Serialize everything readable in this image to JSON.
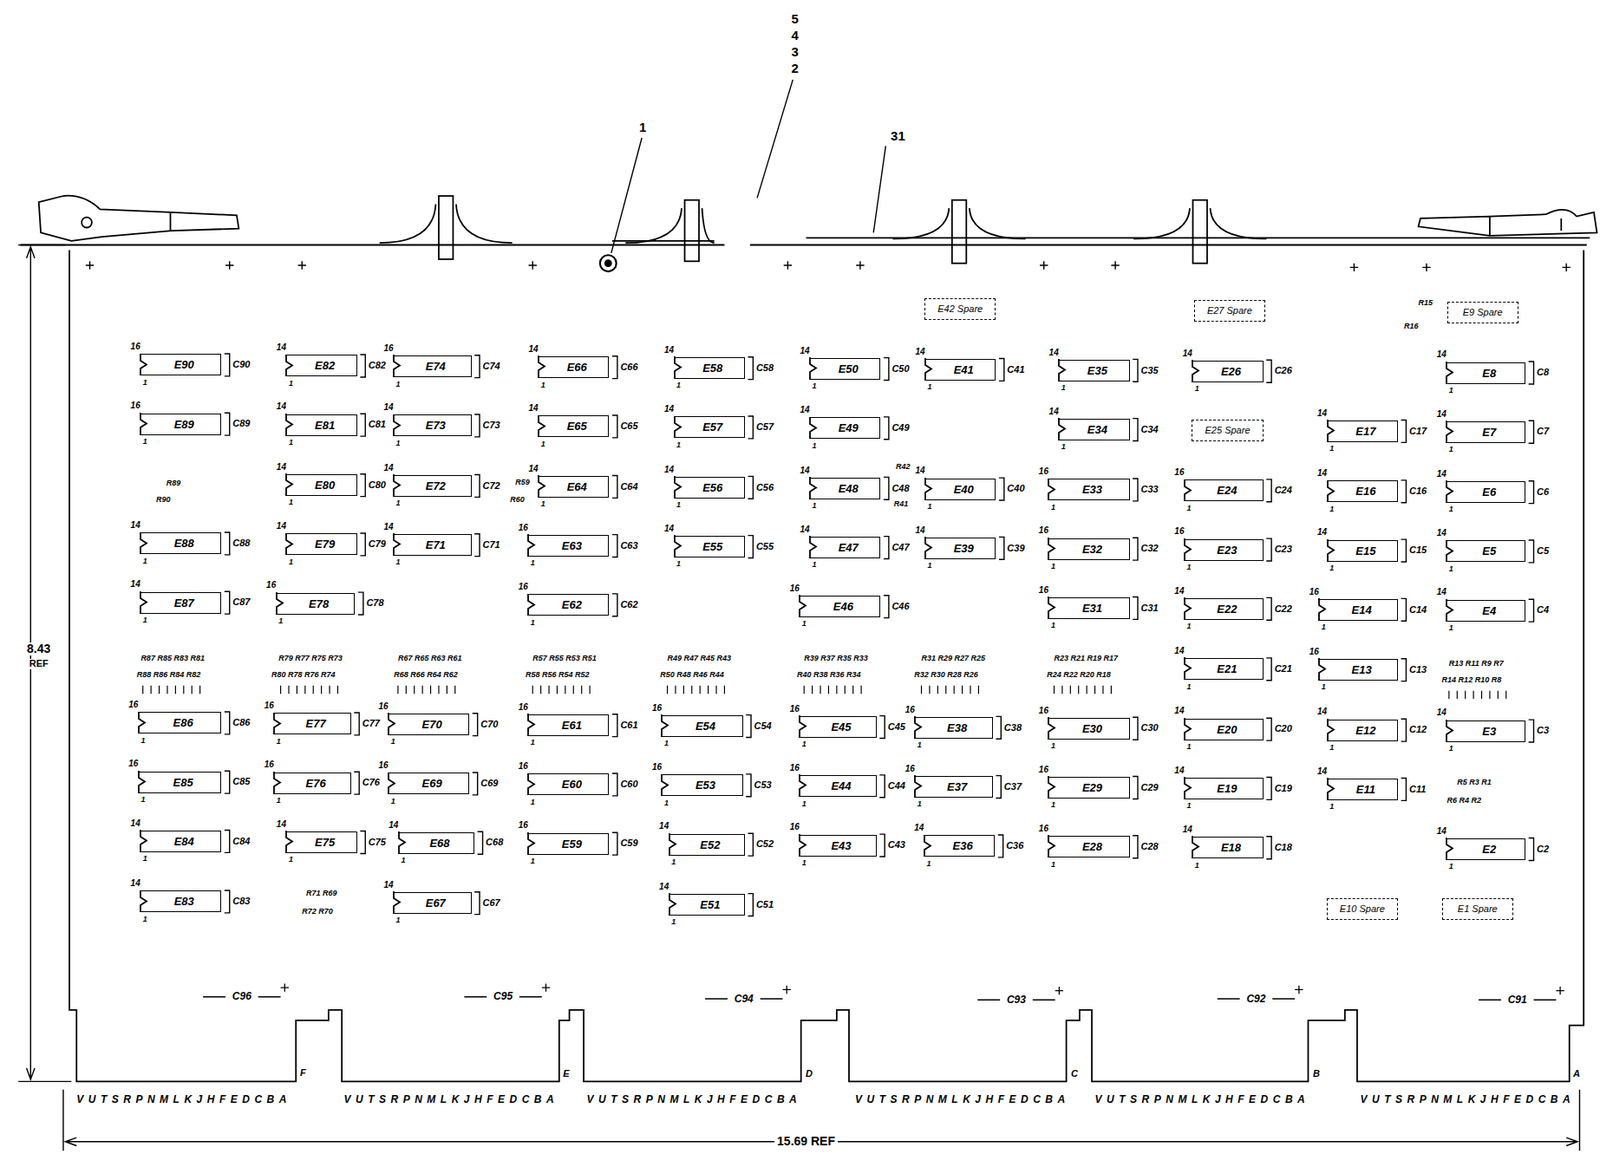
{
  "diagram": {
    "nodes": [
      {
        "text": [
          "E42 Spare"
        ]
      },
      {
        "text": [
          "E27 Spare"
        ]
      },
      {
        "text": [
          "E9 Spare"
        ]
      },
      {
        "text": [
          "E90"
        ]
      },
      {
        "text": [
          "E82"
        ]
      },
      {
        "text": [
          "E74"
        ]
      },
      {
        "text": [
          "E66"
        ]
      },
      {
        "text": [
          "E58"
        ]
      },
      {
        "text": [
          "E50"
        ]
      },
      {
        "text": [
          "E41"
        ]
      },
      {
        "text": [
          "E35"
        ]
      },
      {
        "text": [
          "E26"
        ]
      },
      {
        "text": [
          "E8"
        ]
      },
      {
        "text": [
          "E89"
        ]
      },
      {
        "text": [
          "E81"
        ]
      },
      {
        "text": [
          "E73"
        ]
      },
      {
        "text": [
          "E65"
        ]
      },
      {
        "text": [
          "E57"
        ]
      },
      {
        "text": [
          "E49"
        ]
      },
      {
        "text": [
          "E34"
        ]
      },
      {
        "text": [
          "E25 Spare"
        ]
      },
      {
        "text": [
          "E17"
        ]
      },
      {
        "text": [
          "E7"
        ]
      },
      {
        "text": [
          "E80"
        ]
      },
      {
        "text": [
          "E72"
        ]
      },
      {
        "text": [
          "E64"
        ]
      },
      {
        "text": [
          "E56"
        ]
      },
      {
        "text": [
          "E48"
        ]
      },
      {
        "text": [
          "E40"
        ]
      },
      {
        "text": [
          "E33"
        ]
      },
      {
        "text": [
          "E24"
        ]
      },
      {
        "text": [
          "E16"
        ]
      },
      {
        "text": [
          "E6"
        ]
      },
      {
        "text": [
          "E88"
        ]
      },
      {
        "text": [
          "E79"
        ]
      },
      {
        "text": [
          "E71"
        ]
      },
      {
        "text": [
          "E63"
        ]
      },
      {
        "text": [
          "E55"
        ]
      },
      {
        "text": [
          "E47"
        ]
      },
      {
        "text": [
          "E39"
        ]
      },
      {
        "text": [
          "E32"
        ]
      },
      {
        "text": [
          "E23"
        ]
      },
      {
        "text": [
          "E15"
        ]
      },
      {
        "text": [
          "E5"
        ]
      },
      {
        "text": [
          "E87"
        ]
      },
      {
        "text": [
          "E78"
        ]
      },
      {
        "text": [
          "E62"
        ]
      },
      {
        "text": [
          "E46"
        ]
      },
      {
        "text": [
          "E31"
        ]
      },
      {
        "text": [
          "E22"
        ]
      },
      {
        "text": [
          "E14"
        ]
      },
      {
        "text": [
          "E4"
        ]
      },
      {
        "text": [
          "E21"
        ]
      },
      {
        "text": [
          "E13"
        ]
      },
      {
        "text": [
          "E86"
        ]
      },
      {
        "text": [
          "E77"
        ]
      },
      {
        "text": [
          "E70"
        ]
      },
      {
        "text": [
          "E61"
        ]
      },
      {
        "text": [
          "E54"
        ]
      },
      {
        "text": [
          "E45"
        ]
      },
      {
        "text": [
          "E38"
        ]
      },
      {
        "text": [
          "E30"
        ]
      },
      {
        "text": [
          "E20"
        ]
      },
      {
        "text": [
          "E12"
        ]
      },
      {
        "text": [
          "E3"
        ]
      },
      {
        "text": [
          "E85"
        ]
      },
      {
        "text": [
          "E76"
        ]
      },
      {
        "text": [
          "E69"
        ]
      },
      {
        "text": [
          "E60"
        ]
      },
      {
        "text": [
          "E53"
        ]
      },
      {
        "text": [
          "E44"
        ]
      },
      {
        "text": [
          "E37"
        ]
      },
      {
        "text": [
          "E29"
        ]
      },
      {
        "text": [
          "E19"
        ]
      },
      {
        "text": [
          "E11"
        ]
      },
      {
        "text": [
          "E84"
        ]
      },
      {
        "text": [
          "E75"
        ]
      },
      {
        "text": [
          "E68"
        ]
      },
      {
        "text": [
          "E59"
        ]
      },
      {
        "text": [
          "E52"
        ]
      },
      {
        "text": [
          "E43"
        ]
      },
      {
        "text": [
          "E36"
        ]
      },
      {
        "text": [
          "E28"
        ]
      },
      {
        "text": [
          "E18"
        ]
      },
      {
        "text": [
          "E2"
        ]
      },
      {
        "text": [
          "E83"
        ]
      },
      {
        "text": [
          "E67"
        ]
      },
      {
        "text": [
          "E51"
        ]
      },
      {
        "text": [
          "E10 Spare"
        ]
      },
      {
        "text": [
          "E1 Spare"
        ]
      }
    ],
    "labels": [
      "16",
      "C90",
      "1",
      "14",
      "C82",
      "1",
      "16",
      "C74",
      "1",
      "14",
      "C66",
      "1",
      "14",
      "C58",
      "1",
      "14",
      "C50",
      "1",
      "14",
      "C41",
      "1",
      "14",
      "C35",
      "1",
      "14",
      "C26",
      "1",
      "14",
      "C8",
      "1",
      "16",
      "C89",
      "1",
      "14",
      "C81",
      "1",
      "14",
      "C73",
      "1",
      "14",
      "C65",
      "1",
      "14",
      "C57",
      "1",
      "14",
      "C49",
      "1",
      "14",
      "C34",
      "1",
      "14",
      "C17",
      "1",
      "14",
      "C7",
      "1",
      "14",
      "C80",
      "1",
      "14",
      "C72",
      "1",
      "14",
      "C64",
      "1",
      "14",
      "C56",
      "1",
      "14",
      "C48",
      "1",
      "14",
      "C40",
      "1",
      "16",
      "C33",
      "1",
      "16",
      "C24",
      "1",
      "14",
      "C16",
      "1",
      "14",
      "C6",
      "1",
      "14",
      "C88",
      "1",
      "14",
      "C79",
      "1",
      "14",
      "C71",
      "1",
      "16",
      "C63",
      "1",
      "14",
      "C55",
      "1",
      "14",
      "C47",
      "1",
      "14",
      "C39",
      "1",
      "16",
      "C32",
      "1",
      "16",
      "C23",
      "1",
      "14",
      "C15",
      "1",
      "14",
      "C5",
      "1",
      "14",
      "C87",
      "1",
      "16",
      "C78",
      "1",
      "16",
      "C62",
      "1",
      "16",
      "C46",
      "1",
      "16",
      "C31",
      "1",
      "14",
      "C22",
      "1",
      "16",
      "C14",
      "1",
      "14",
      "C4",
      "1",
      "14",
      "C21",
      "1",
      "16",
      "C13",
      "1",
      "16",
      "C86",
      "1",
      "16",
      "C77",
      "1",
      "16",
      "C70",
      "1",
      "16",
      "C61",
      "1",
      "16",
      "C54",
      "1",
      "16",
      "C45",
      "1",
      "16",
      "C38",
      "1",
      "16",
      "C30",
      "1",
      "14",
      "C20",
      "1",
      "14",
      "C12",
      "1",
      "14",
      "C3",
      "1",
      "16",
      "C85",
      "1",
      "16",
      "C76",
      "1",
      "16",
      "C69",
      "1",
      "16",
      "C60",
      "1",
      "16",
      "C53",
      "1",
      "16",
      "C44",
      "1",
      "16",
      "C37",
      "1",
      "16",
      "C29",
      "1",
      "14",
      "C19",
      "1",
      "14",
      "C11",
      "1",
      "14",
      "C84",
      "1",
      "14",
      "C75",
      "1",
      "14",
      "C68",
      "1",
      "16",
      "C59",
      "1",
      "14",
      "C52",
      "1",
      "16",
      "C43",
      "1",
      "14",
      "C36",
      "1",
      "16",
      "C28",
      "1",
      "14",
      "C18",
      "1",
      "14",
      "C2",
      "1",
      "14",
      "C83",
      "1",
      "14",
      "C67",
      "1",
      "14",
      "C51",
      "1",
      "R87 R85 R83 R81",
      "R88 R86 R84 R82",
      "R79 R77 R75 R73",
      "R80 R78 R76 R74",
      "R67 R65 R63 R61",
      "R68 R66 R64 R62",
      "R57 R55 R53 R51",
      "R58 R56 R54 R52",
      "R49 R47 R45 R43",
      "R50 R48 R46 R44",
      "R39 R37 R35 R33",
      "R40 R38 R36 R34",
      "R31 R29 R27 R25",
      "R32 R30 R28 R26",
      "R23 R21 R19 R17",
      "R24 R22 R20 R18",
      "R13 R11 R9 R7",
      "R14 R12 R10 R8",
      "R5 R3 R1",
      "R6 R4 R2",
      "R15",
      "R16",
      "R89",
      "R90",
      "R59",
      "R60",
      "R42",
      "R41",
      "R71 R69",
      "R72 R70",
      "5",
      "4",
      "3",
      "2",
      "1",
      "31",
      "8.43",
      "REF",
      "15.69 REF",
      "C96",
      "C95",
      "C94",
      "C93",
      "C92",
      "C91",
      "F",
      "E",
      "D",
      "C",
      "B",
      "A",
      "VUTSRPNMLKJHFEDCBA",
      "VUTSRPNMLKJHFEDCBA",
      "VUTSRPNMLKJHFEDCBA",
      "VUTSRPNMLKJHFEDCBA",
      "VUTSRPNMLKJHFEDCBA",
      "VUTSRPNMLKJHFEDCBA"
    ]
  }
}
